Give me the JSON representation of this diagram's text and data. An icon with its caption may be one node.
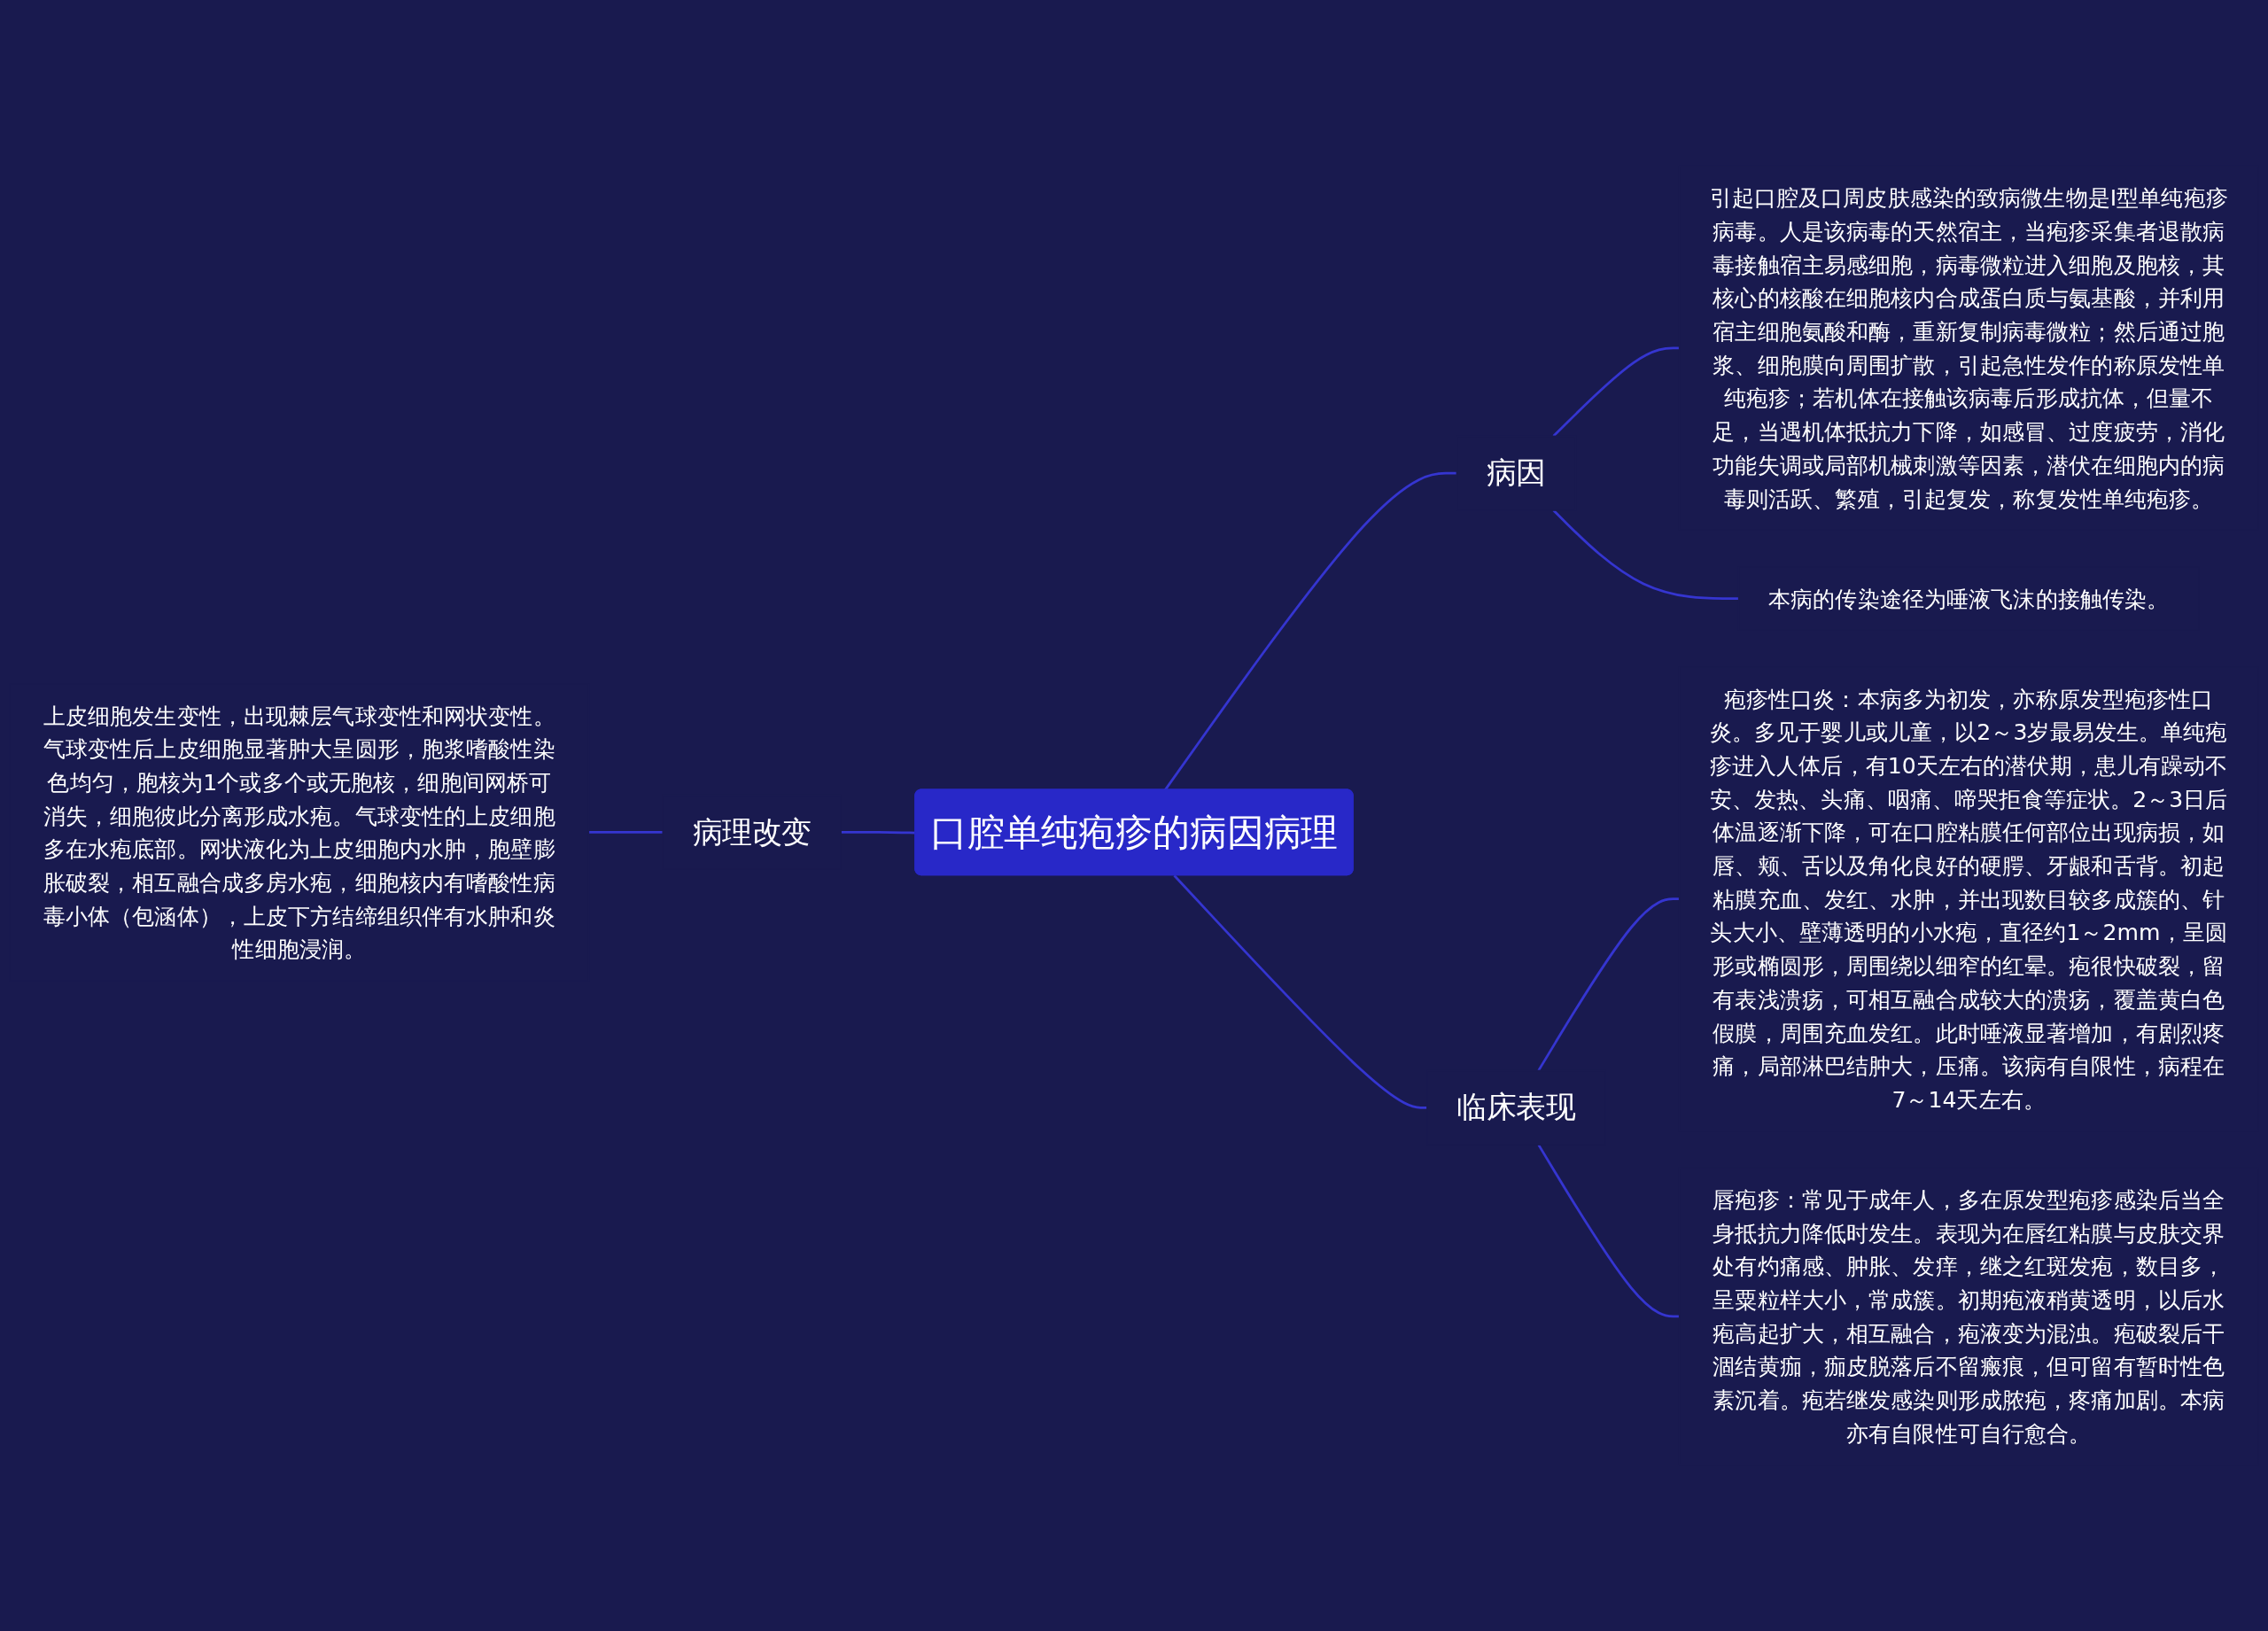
{
  "diagram": {
    "nodes": [
      {
        "text": [
          "口腔单纯疱疹的病因病理"
        ]
      },
      {
        "text": [
          "病因"
        ]
      },
      {
        "text": [
          "引起口腔及口周皮肤感染的致病微生物是Ⅰ型单纯疱疹病毒。人是该病毒的天然宿主，当疱疹采集者退散病毒接触宿主易感细胞，病毒微粒进入细胞及胞核，其核心的核酸在细胞核内合成蛋白质与氨基酸，并利用宿主细胞氨酸和酶，重新复制病毒微粒；然后通过胞浆、细胞膜向周围扩散，引起急性发作的称原发性单纯疱疹；若机体在接触该病毒后形成抗体，但量不足，当遇机体抵抗力下降，如感冒、过度疲劳，消化功能失调或局部机械刺激等因素，潜伏在细胞内的病毒则活跃、繁殖，引起复发，称复发性单纯疱疹。"
        ]
      },
      {
        "text": [
          "本病的传染途径为唾液飞沫的接触传染。"
        ]
      },
      {
        "text": [
          "临床表现"
        ]
      },
      {
        "text": [
          "疱疹性口炎：本病多为初发，亦称原发型疱疹性口炎。多见于婴儿或儿童，以2～3岁最易发生。单纯疱疹进入人体后，有10天左右的潜伏期，患儿有躁动不安、发热、头痛、咽痛、啼哭拒食等症状。2～3日后体温逐渐下降，可在口腔粘膜任何部位出现病损，如唇、颊、舌以及角化良好的硬腭、牙龈和舌背。初起粘膜充血、发红、水肿，并出现数目较多成簇的、针头大小、壁薄透明的小水疱，直径约1～2mm，呈圆形或椭圆形，周围绕以细窄的红晕。疱很快破裂，留有表浅溃疡，可相互融合成较大的溃疡，覆盖黄白色假膜，周围充血发红。此时唾液显著增加，有剧烈疼痛，局部淋巴结肿大，压痛。该病有自限性，病程在7～14天左右。"
        ]
      },
      {
        "text": [
          "唇疱疹：常见于成年人，多在原发型疱疹感染后当全身抵抗力降低时发生。表现为在唇红粘膜与皮肤交界处有灼痛感、肿胀、发痒，继之红斑发疱，数目多，呈粟粒样大小，常成簇。初期疱液稍黄透明，以后水疱高起扩大，相互融合，疱液变为混浊。疱破裂后干涸结黄痂，痂皮脱落后不留瘢痕，但可留有暂时性色素沉着。疱若继发感染则形成脓疱，疼痛加剧。本病亦有自限性可自行愈合。"
        ]
      },
      {
        "text": [
          "病理改变"
        ]
      },
      {
        "text": [
          "上皮细胞发生变性，出现棘层气球变性和网状变性。气球变性后上皮细胞显著肿大呈圆形，胞浆嗜酸性染色均匀，胞核为1个或多个或无胞核，细胞间网桥可消失，细胞彼此分离形成水疱。气球变性的上皮细胞多在水疱底部。网状液化为上皮细胞内水肿，胞壁膨胀破裂，相互融合成多房水疱，细胞核内有嗜酸性病毒小体（包涵体），上皮下方结缔组织伴有水肿和炎性细胞浸润。"
        ]
      }
    ],
    "edges": [
      {
        "from": 0,
        "to": 1,
        "arrow": "none"
      },
      {
        "from": 1,
        "to": 2,
        "arrow": "none"
      },
      {
        "from": 1,
        "to": 3,
        "arrow": "none"
      },
      {
        "from": 0,
        "to": 4,
        "arrow": "none"
      },
      {
        "from": 4,
        "to": 5,
        "arrow": "none"
      },
      {
        "from": 4,
        "to": 6,
        "arrow": "none"
      },
      {
        "from": 7,
        "to": 0,
        "arrow": "none"
      },
      {
        "from": 8,
        "to": 7,
        "arrow": "none"
      }
    ]
  }
}
